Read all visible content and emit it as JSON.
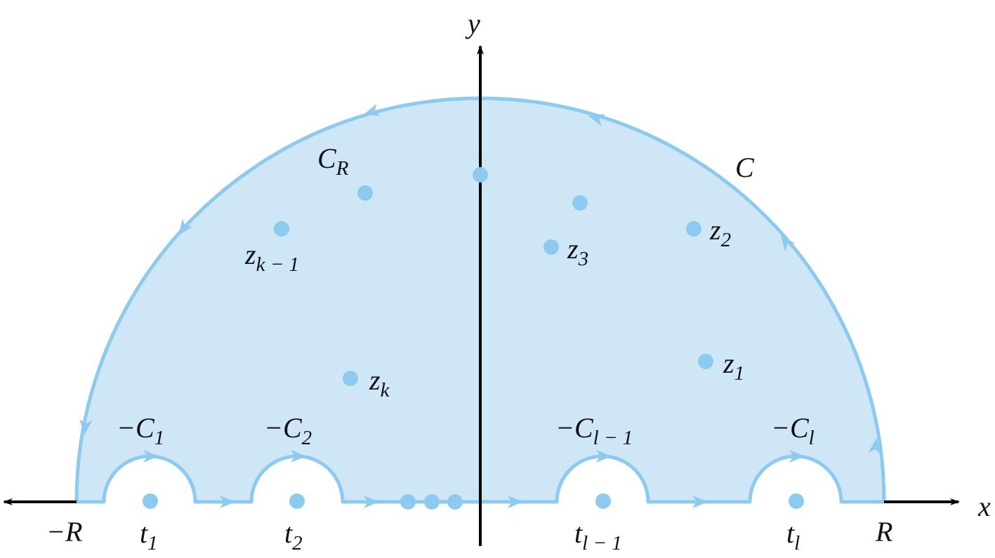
{
  "colors": {
    "region_fill": "#cfe6f7",
    "contour": "#8ccaf0",
    "point": "#8ccaf0",
    "axis": "#000000"
  },
  "axes": {
    "x_label": "x",
    "y_label": "y"
  },
  "endpoints": {
    "left": "−R",
    "right": "R"
  },
  "contour_labels": {
    "outer": "C",
    "arc": "C",
    "arc_sub": "R"
  },
  "indentations": [
    {
      "name": "−C",
      "sub": "1"
    },
    {
      "name": "−C",
      "sub": "2"
    },
    {
      "name": "−C",
      "sub": "l − 1"
    },
    {
      "name": "−C",
      "sub": "l"
    }
  ],
  "real_singularities": [
    {
      "name": "t",
      "sub": "1"
    },
    {
      "name": "t",
      "sub": "2"
    },
    {
      "name": "t",
      "sub": "l − 1"
    },
    {
      "name": "t",
      "sub": "l"
    }
  ],
  "poles": [
    {
      "name": "z",
      "sub": "1"
    },
    {
      "name": "z",
      "sub": "2"
    },
    {
      "name": "z",
      "sub": "3"
    },
    {
      "name": "z",
      "sub": "k − 1"
    },
    {
      "name": "z",
      "sub": "k"
    }
  ],
  "ellipsis_dots": 3
}
